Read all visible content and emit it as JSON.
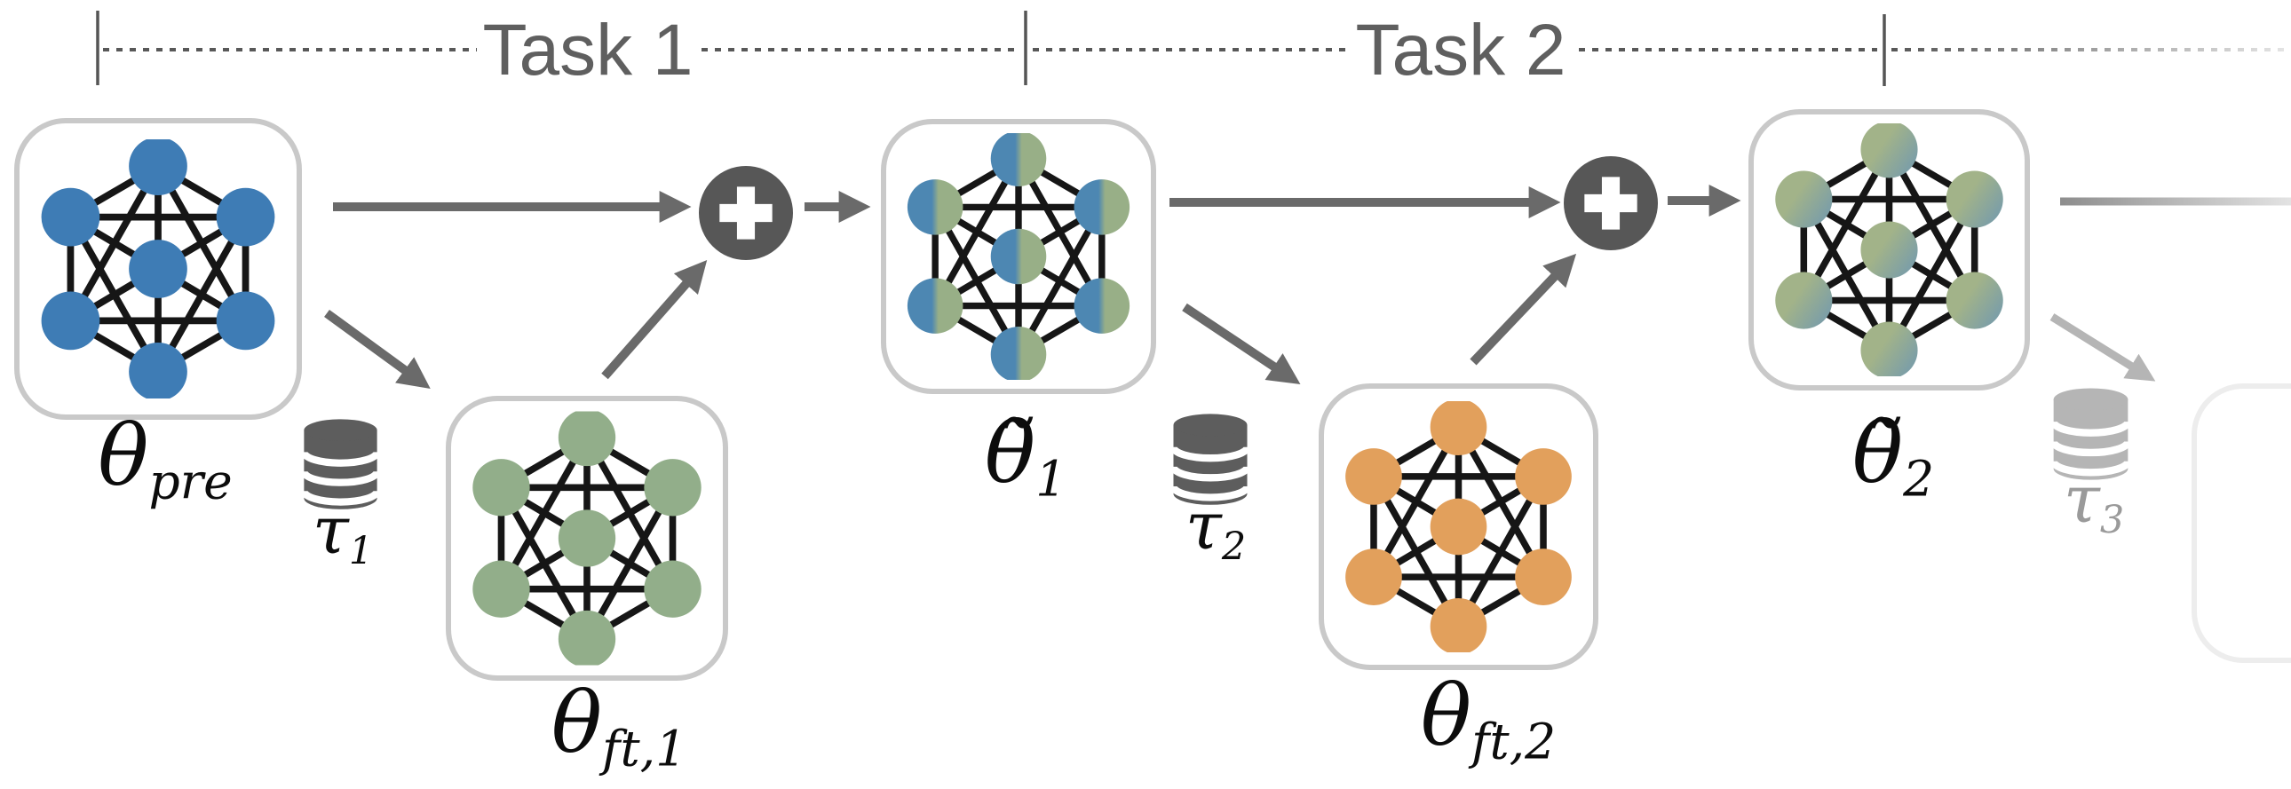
{
  "figure": {
    "type": "sequential-model-merging-diagram",
    "tasks_shown": 2,
    "continues_right": true
  },
  "timeline": {
    "tasks": [
      {
        "label": "Task 1"
      },
      {
        "label": "Task 2"
      }
    ],
    "tick_count": 3
  },
  "models": {
    "pretrained": {
      "symbol": "θ",
      "subscript": "pre",
      "color": "#3e7cb5",
      "name": "pretrained model"
    },
    "finetuned_1": {
      "symbol": "θ",
      "subscript": "ft,1",
      "color": "#92ae8a",
      "name": "fine-tuned model task 1"
    },
    "merged_1": {
      "symbol": "θ̃",
      "subscript": "1",
      "colors": [
        "#4d87b2",
        "#98af87"
      ],
      "name": "merged model after task 1"
    },
    "finetuned_2": {
      "symbol": "θ",
      "subscript": "ft,2",
      "color": "#e2a05c",
      "name": "fine-tuned model task 2"
    },
    "merged_2": {
      "symbol": "θ̃",
      "subscript": "2",
      "colors": [
        "#a2b389",
        "#7d9fa6"
      ],
      "name": "merged model after task 2"
    },
    "future": {
      "name": "faded placeholder model box"
    }
  },
  "datasets": {
    "tau1": {
      "symbol": "τ",
      "subscript": "1",
      "faded": false
    },
    "tau2": {
      "symbol": "τ",
      "subscript": "2",
      "faded": false
    },
    "tau3": {
      "symbol": "τ",
      "subscript": "3",
      "faded": true
    }
  },
  "operators": {
    "merge_symbol": "+",
    "merge_count": 2
  },
  "colors": {
    "node_blue": "#3e7cb5",
    "node_green": "#92ae8a",
    "node_orange": "#e2a05c",
    "merged1_left": "#4d87b2",
    "merged1_right": "#98af87",
    "merged2_light": "#a2b389",
    "merged2_dark": "#7d9fa6",
    "edge_black": "#161616",
    "arrow_gray": "#6a6a6a",
    "plus_circle": "#575757",
    "db_dark": "#5d5d5d",
    "task_text": "#5f5f5f",
    "box_border": "#c9c9c9",
    "box_border_faded": "#ededed",
    "faded_gray": "#b5b5b5",
    "tau3_text": "#9a9a9a",
    "dots_gray": "#585858",
    "label_black": "#0c0c0c"
  }
}
